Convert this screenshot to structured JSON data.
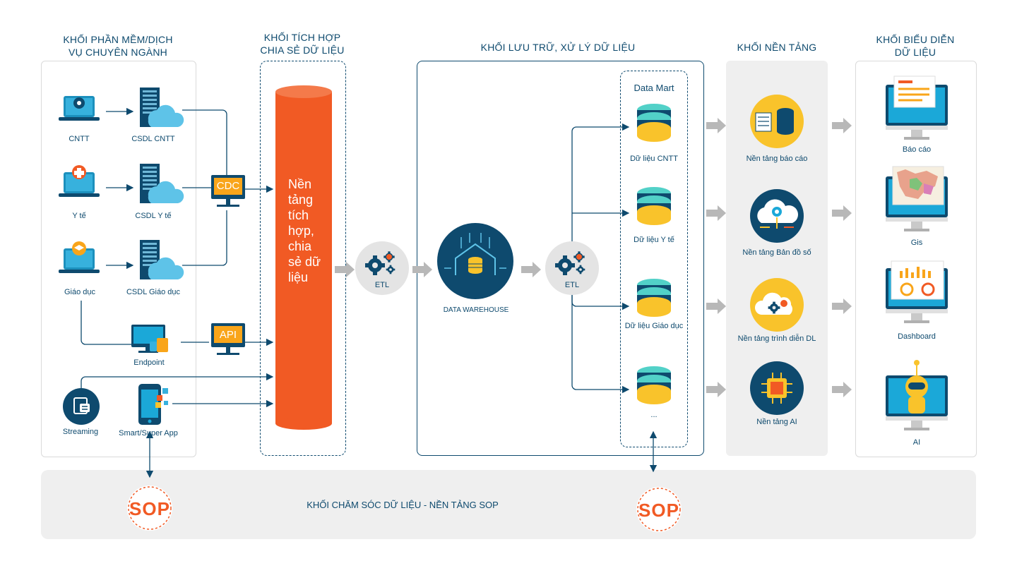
{
  "headers": {
    "software": "KHỐI PHẦN MỀM/DỊCH VỤ CHUYÊN NGÀNH",
    "integration": "KHỐI TÍCH HỢP CHIA SẺ DỮ LIỆU",
    "storage": "KHỐI LƯU TRỮ, XỬ LÝ DỮ LIỆU",
    "platform": "KHỐI NỀN TẢNG",
    "presentation": "KHỐI BIỂU DIỄN DỮ LIỆU"
  },
  "software": {
    "apps": [
      "CNTT",
      "Y tế",
      "Giáo dục"
    ],
    "databases": [
      "CSDL CNTT",
      "CSDL Y tế",
      "CSDL Giáo dục"
    ],
    "endpoint": "Endpoint",
    "streaming": "Streaming",
    "smart_app": "Smart/Super App"
  },
  "connectors": {
    "cdc": "CDC",
    "api": "API"
  },
  "integration_platform": [
    "Nền",
    "tảng",
    "tích",
    "hợp,",
    "chia",
    "sẻ dữ",
    "liệu"
  ],
  "etl": "ETL",
  "warehouse": "DATA WAREHOUSE",
  "data_mart": {
    "title": "Data Mart",
    "items": [
      "Dữ liệu CNTT",
      "Dữ liệu Y tế",
      "Dữ liệu Giáo dục",
      "..."
    ]
  },
  "platforms": [
    "Nền tảng báo cáo",
    "Nền tảng Bản đồ số",
    "Nền tảng trình diễn DL",
    "Nền tảng AI"
  ],
  "outputs": [
    "Báo cáo",
    "Gis",
    "Dashboard",
    "AI"
  ],
  "footer": {
    "title": "KHỐI CHĂM SÓC DỮ LIỆU - NỀN TẢNG SOP",
    "sop": "SOP"
  },
  "colors": {
    "navy": "#0e4a6e",
    "orange": "#f15a24",
    "teal": "#4fd1c5",
    "yellow": "#f9c32b",
    "gray_panel": "#efefef"
  }
}
